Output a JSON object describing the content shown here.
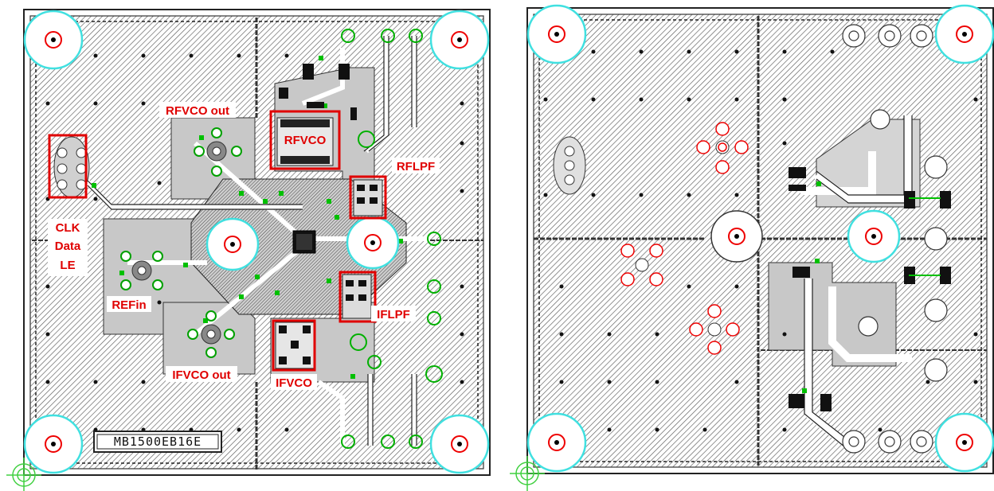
{
  "top_board": {
    "labels": {
      "rfvco_out": "RFVCO out",
      "rfvco": "RFVCO",
      "rflpf": "RFLPF",
      "clk": "CLK",
      "data": "Data",
      "le": "LE",
      "refin": "REFin",
      "iflpf": "IFLPF",
      "ifvco_out": "IFVCO out",
      "ifvco": "IFVCO"
    },
    "part_number": "MB1500EB16E"
  },
  "colors": {
    "copper_hatch": "#555555",
    "ground_fill": "#bdbdbd",
    "highlight_box": "#e00000",
    "label_text": "#e00000",
    "via_outline": "#00c000",
    "mount_hole_ring": "#40e0e0",
    "fiducial": "#40d040"
  }
}
